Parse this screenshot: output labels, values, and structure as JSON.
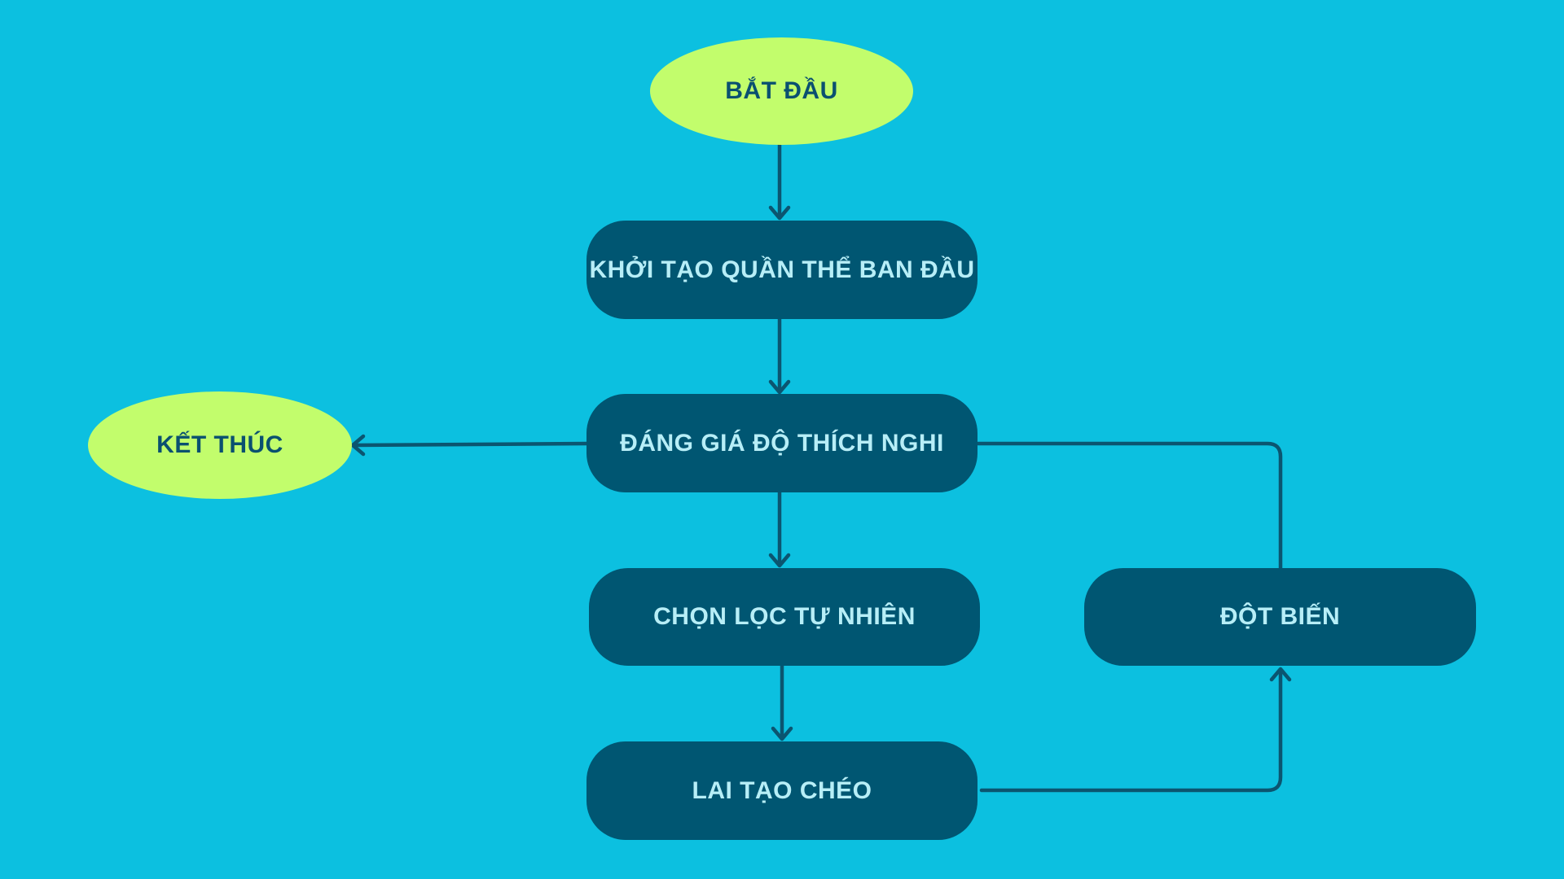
{
  "colors": {
    "background": "#0cc0e0",
    "terminal_fill": "#c2fd6c",
    "terminal_text": "#0a5070",
    "process_fill": "#005672",
    "process_text": "#b7eef7",
    "connector": "#0b5570"
  },
  "nodes": {
    "start": "BẮT ĐẦU",
    "init": "KHỞI TẠO QUẦN THỂ BAN ĐẦU",
    "evaluate": "ĐÁNG GIÁ ĐỘ THÍCH NGHI",
    "end": "KẾT THÚC",
    "select": "CHỌN LỌC TỰ NHIÊN",
    "mutation": "ĐỘT BIẾN",
    "crossover": "LAI TẠO CHÉO"
  }
}
